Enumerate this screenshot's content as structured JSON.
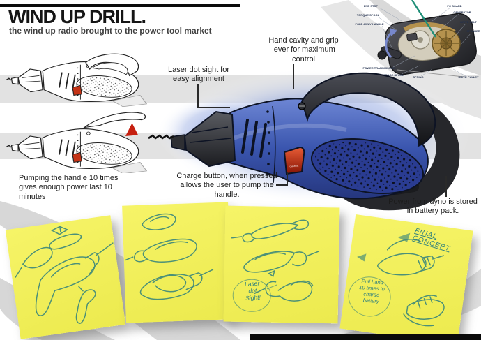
{
  "page": {
    "title": "WIND UP DRILL.",
    "subtitle": "the wind up radio brought to the power tool market"
  },
  "annotations": {
    "laser": "Laser dot sight for\neasy alignment",
    "hand_cavity": "Hand cavity and grip\nlever for maximum\ncontrol",
    "charge_button": "Charge button, when pressed\nallows the user to pump the\nhandle.",
    "pumping": "Pumping the handle 10 times\ngives enough power last 10\nminutes",
    "dyno": "Power from dyno is stored\nin battery pack."
  },
  "main_render": {
    "charge_button_label": "CHARGE"
  },
  "cutaway": {
    "labels": [
      "END STOP",
      "TORQUE SPOOL",
      "FOLD AWAY HANDLE",
      "PC BOARD",
      "GENERATOR",
      "DRIVE BELT",
      "SPEAKER",
      "POWER TRANSMISSION",
      "STORAGE SPOOL",
      "SPRING",
      "DRIVE PULLEY"
    ]
  },
  "sticky_notes": {
    "note3_bubble": "Laser\ndot\nSight!",
    "note4_heading": "FINAL\nCONCEPT",
    "note4_bubble": "Pull hand\n10 times to\ncharge\nbattery"
  },
  "colors": {
    "drill_blue": "#3a55ae",
    "glow_blue": "#8ba0e0",
    "charge_red": "#c62e14",
    "note_yellow": "#f2f05c",
    "sketch_teal": "#2e7f7e"
  }
}
